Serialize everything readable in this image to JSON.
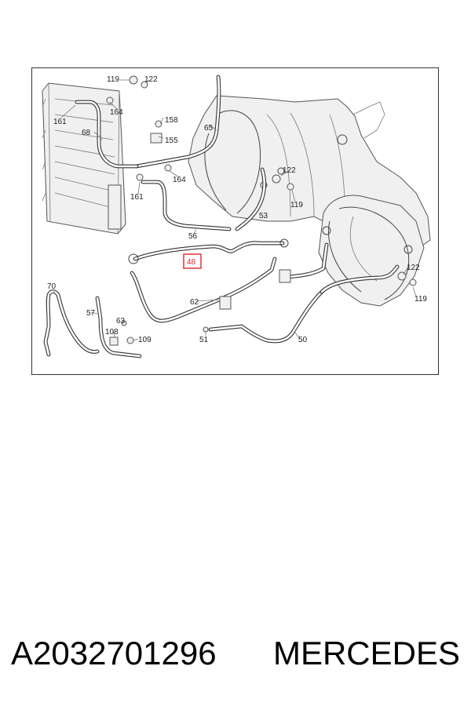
{
  "diagram": {
    "callouts": {
      "c119a": "119",
      "c122a": "122",
      "c161a": "161",
      "c164a": "164",
      "c68": "68",
      "c158": "158",
      "c155": "155",
      "c65": "65",
      "c164b": "164",
      "c161b": "161",
      "c122b": "122",
      "c119b": "119",
      "c53": "53",
      "c56": "56",
      "c48": "48",
      "c122c": "122",
      "c119c": "119",
      "c70": "70",
      "c57": "57",
      "c63": "63",
      "c108": "108",
      "c109": "109",
      "c62": "62",
      "c51": "51",
      "c50": "50"
    },
    "highlighted_part": "48",
    "highlight_color": "#e0262b"
  },
  "caption": {
    "part_number": "A2032701296",
    "brand": "MERCEDES"
  }
}
